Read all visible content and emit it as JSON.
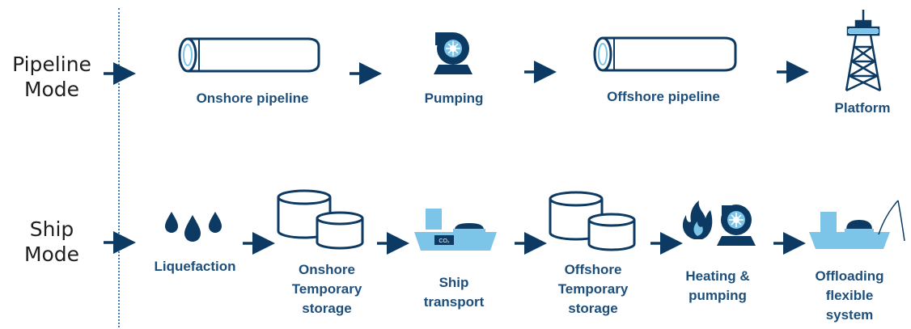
{
  "modes": {
    "pipeline": {
      "line1": "Pipeline",
      "line2": "Mode"
    },
    "ship": {
      "line1": "Ship",
      "line2": "Mode"
    }
  },
  "pipeline_steps": [
    {
      "label": "Onshore pipeline",
      "icon": "pipe-icon"
    },
    {
      "label": "Pumping",
      "icon": "pump-icon"
    },
    {
      "label": "Offshore pipeline",
      "icon": "pipe-icon"
    },
    {
      "label": "Platform",
      "icon": "platform-tower-icon"
    }
  ],
  "ship_steps": [
    {
      "label": "Liquefaction",
      "icon": "droplets-icon"
    },
    {
      "label": "Onshore\nTemporary\nstorage",
      "icon": "storage-tanks-icon"
    },
    {
      "label": "Ship\ntransport",
      "icon": "ship-icon"
    },
    {
      "label": "Offshore\nTemporary\nstorage",
      "icon": "storage-tanks-icon"
    },
    {
      "label": "Heating &\npumping",
      "icon": "flame-pump-icon"
    },
    {
      "label": "Offloading\nflexible\nsystem",
      "icon": "offloading-ship-icon"
    }
  ],
  "ship_tag": "CO₂",
  "colors": {
    "navy": "#0d3a63",
    "light_blue": "#7cc4e8",
    "text_blue": "#1e4f7a"
  }
}
